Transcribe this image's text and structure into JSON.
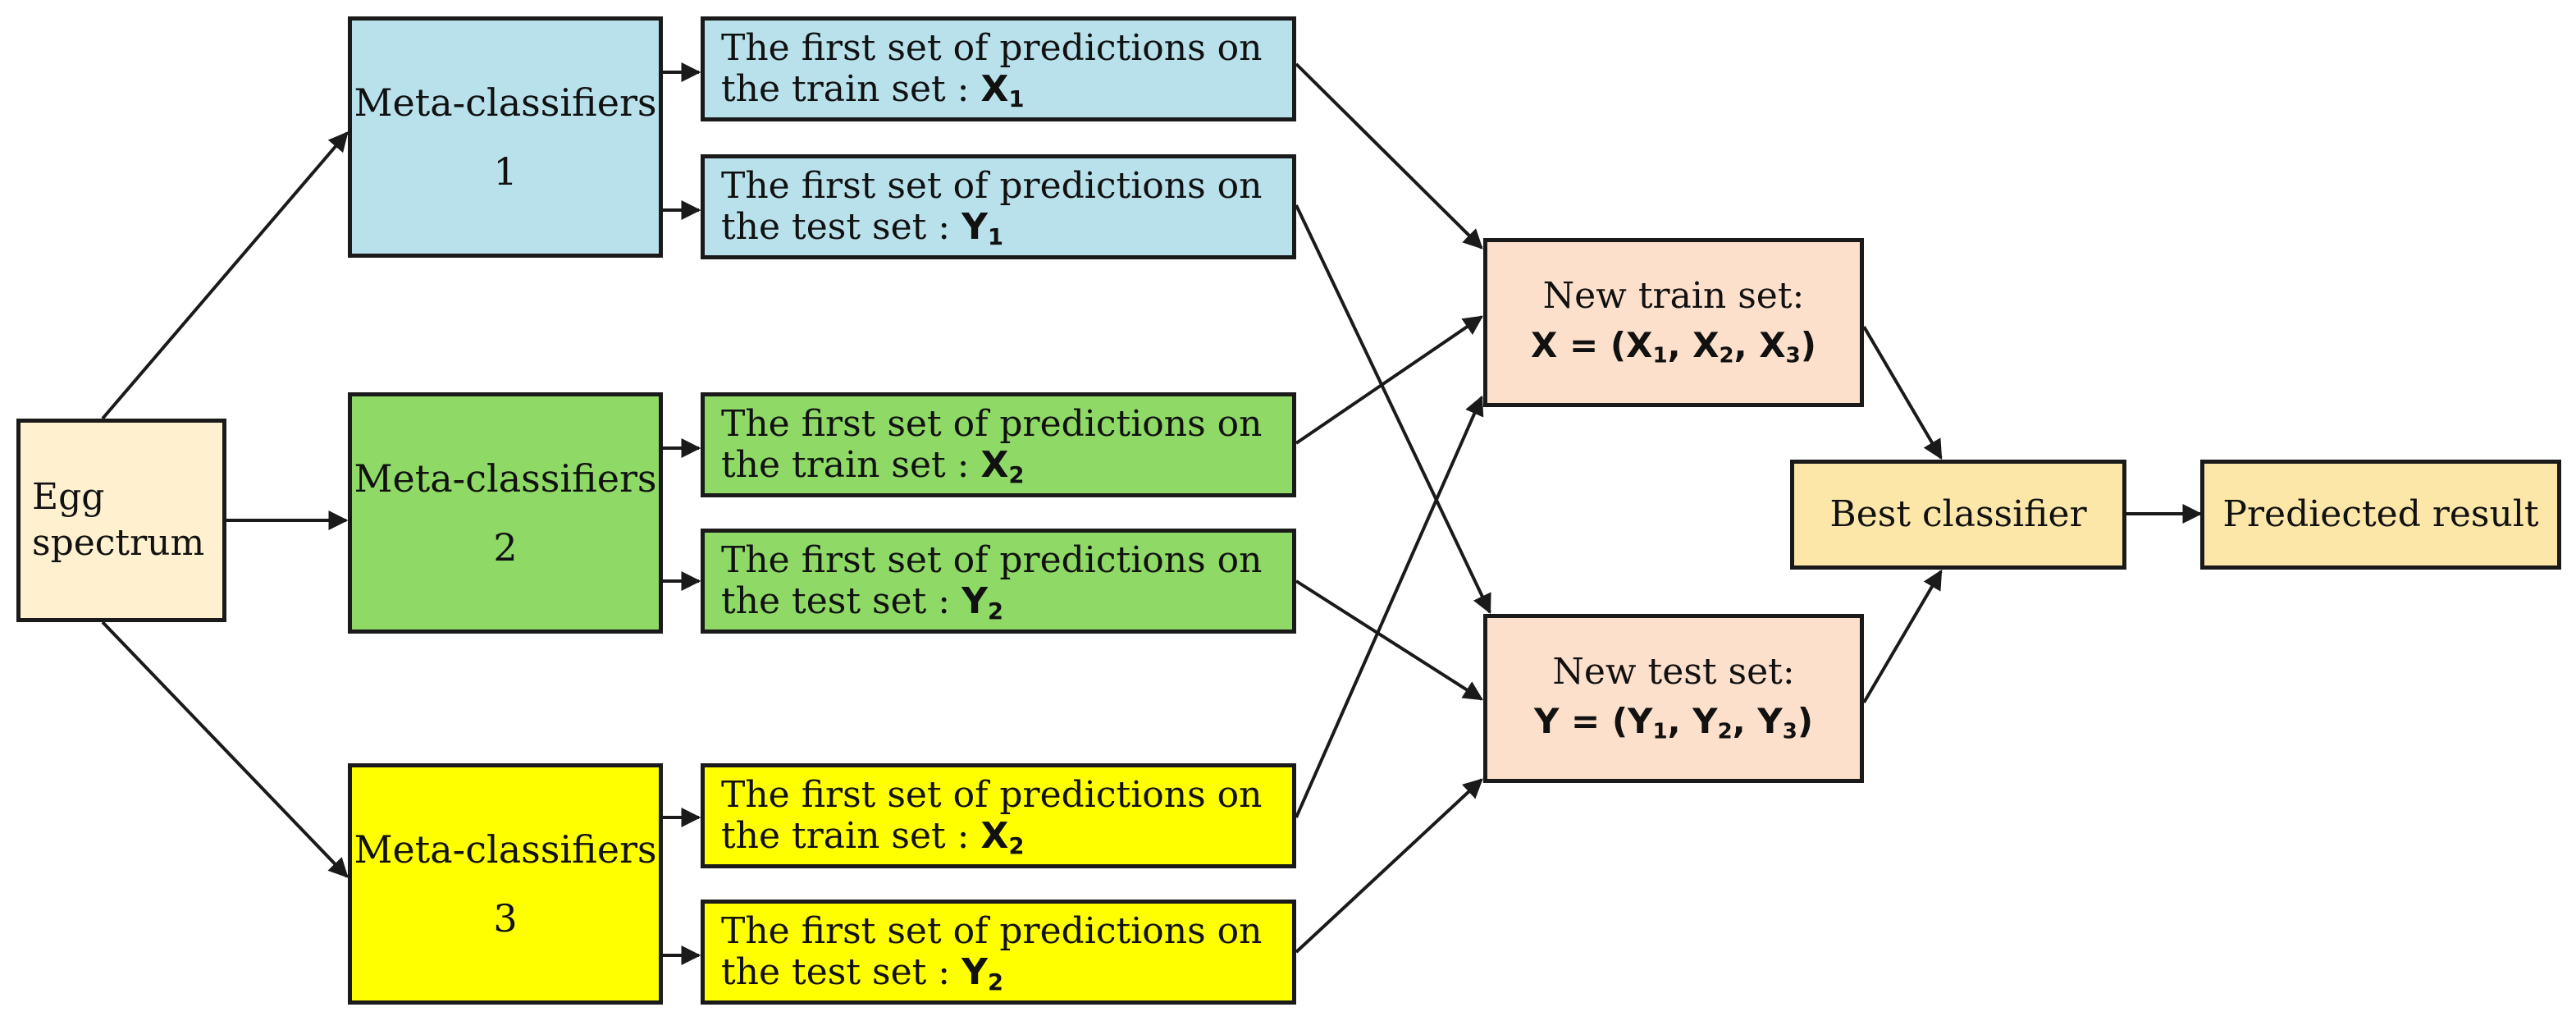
{
  "colors": {
    "blue": "#b8e1ec",
    "green": "#8fd966",
    "yellow": "#ffff00",
    "cream": "#fff1d0",
    "peach": "#fde0cc",
    "gold": "#fde7a8",
    "line": "#1a1a1a"
  },
  "input": {
    "line1": "Egg",
    "line2": "spectrum"
  },
  "meta": [
    {
      "line1": "Meta-classifiers",
      "line2": "1"
    },
    {
      "line1": "Meta-classifiers",
      "line2": "2"
    },
    {
      "line1": "Meta-classifiers",
      "line2": "3"
    }
  ],
  "preds": [
    {
      "line1": "The first set of predictions on",
      "line2": "the train set : ",
      "var": "X",
      "sub": "1"
    },
    {
      "line1": "The first set of predictions on",
      "line2": "the test set : ",
      "var": "Y",
      "sub": "1"
    },
    {
      "line1": "The first set of predictions on",
      "line2": "the train set : ",
      "var": "X",
      "sub": "2"
    },
    {
      "line1": "The first set of predictions on",
      "line2": "the test set : ",
      "var": "Y",
      "sub": "2"
    },
    {
      "line1": "The first set of predictions on",
      "line2": "the train set : ",
      "var": "X",
      "sub": "2"
    },
    {
      "line1": "The first set of predictions on",
      "line2": "the test set : ",
      "var": "Y",
      "sub": "2"
    }
  ],
  "new_train": {
    "label": "New train set:",
    "lhs": "X = (X",
    "s1": "1",
    "mid1": ", X",
    "s2": "2",
    "mid2": ", X",
    "s3": "3",
    "end": ")"
  },
  "new_test": {
    "label": "New test set:",
    "lhs": "Y = (Y",
    "s1": "1",
    "mid1": ", Y",
    "s2": "2",
    "mid2": ", Y",
    "s3": "3",
    "end": ")"
  },
  "best": {
    "label": "Best classifier"
  },
  "result": {
    "label": "Prediected result"
  }
}
